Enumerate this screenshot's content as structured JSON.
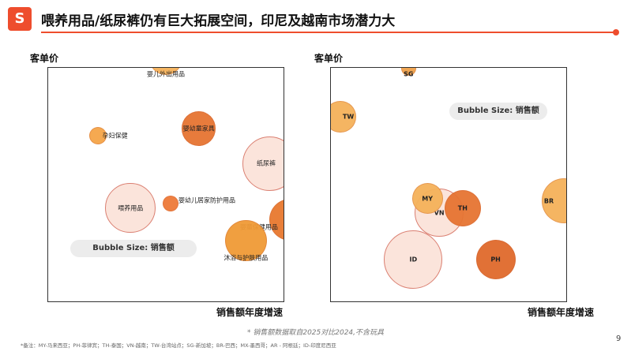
{
  "header": {
    "logo_letter": "S",
    "title": "喂养用品/纸尿裤仍有巨大拓展空间，印尼及越南市场潜力大"
  },
  "colors": {
    "accent": "#ee4d2d",
    "bubble_light": "#f5b25a",
    "bubble_orange": "#ee8a3a",
    "bubble_dark": "#e06a2c",
    "bubble_pale": "#fbe3da"
  },
  "chart_data": [
    {
      "type": "scatter",
      "ylabel": "客单价",
      "xlabel": "销售额年度增速",
      "size_legend": "Bubble Size: 销售额",
      "xlim": [
        0,
        100
      ],
      "ylim": [
        0,
        100
      ],
      "points": [
        {
          "name": "婴儿外出用品",
          "x": 50,
          "y": 104,
          "r": 7,
          "fill": "#f5b25a"
        },
        {
          "name": "孕妇保健",
          "x": 21,
          "y": 71,
          "r": 3.7,
          "fill": "#f5a548"
        },
        {
          "name": "婴幼童家具",
          "x": 64,
          "y": 74,
          "r": 7.3,
          "fill": "#e67432"
        },
        {
          "name": "纸尿裤",
          "x": 94,
          "y": 59,
          "r": 11.6,
          "fill": "#fbe3da"
        },
        {
          "name": "喂养用品",
          "x": 35,
          "y": 40,
          "r": 10.7,
          "fill": "#fbe3da"
        },
        {
          "name": "婴幼儿居家防护用品",
          "x": 52,
          "y": 42,
          "r": 3.4,
          "fill": "#ee7a38"
        },
        {
          "name": "婴童保健用品",
          "x": 103,
          "y": 35,
          "r": 9,
          "fill": "#e8792f"
        },
        {
          "name": "沐浴与护肤用品",
          "x": 84,
          "y": 26,
          "r": 8.8,
          "fill": "#f09a36"
        }
      ]
    },
    {
      "type": "scatter",
      "ylabel": "客单价",
      "xlabel": "销售额年度增速",
      "size_legend": "Bubble Size: 销售额",
      "xlim": [
        0,
        100
      ],
      "ylim": [
        0,
        100
      ],
      "points": [
        {
          "name": "SG",
          "x": 33,
          "y": 100,
          "r": 3.2,
          "fill": "#f0a24a"
        },
        {
          "name": "TW",
          "x": 4,
          "y": 79,
          "r": 6.6,
          "fill": "#f5b25a"
        },
        {
          "name": "BR",
          "x": 99,
          "y": 43,
          "r": 9.5,
          "fill": "#f5b25a"
        },
        {
          "name": "VN",
          "x": 46,
          "y": 38,
          "r": 10.4,
          "fill": "#fbe3da"
        },
        {
          "name": "MY",
          "x": 41,
          "y": 44,
          "r": 6.5,
          "fill": "#f5b25a"
        },
        {
          "name": "TH",
          "x": 56,
          "y": 40,
          "r": 7.7,
          "fill": "#e67432"
        },
        {
          "name": "ID",
          "x": 35,
          "y": 18,
          "r": 12.4,
          "fill": "#fbe3da"
        },
        {
          "name": "PH",
          "x": 70,
          "y": 18,
          "r": 8.4,
          "fill": "#e06a2c"
        }
      ]
    }
  ],
  "footnote": "* 销售额数据取自2025对比2024,不含玩具",
  "remark": "*备注：MY-马来西亚；PH-菲律宾；TH-泰国；VN-越南；TW-台湾站点；SG-新加坡；BR-巴西；MX-墨西哥；AR - 阿根廷；ID-印度尼西亚",
  "page_number": "9"
}
